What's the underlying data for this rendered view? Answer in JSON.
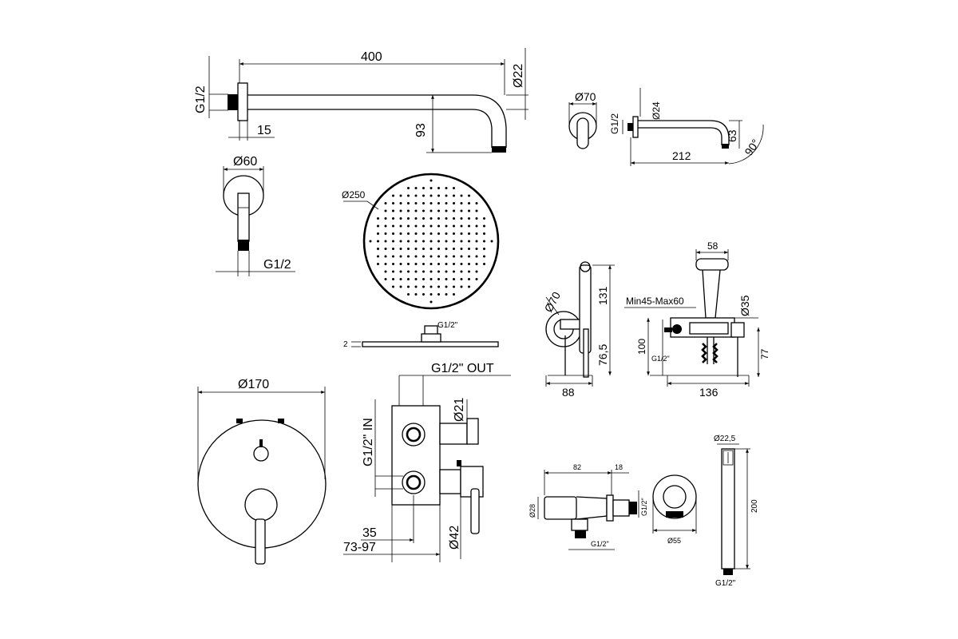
{
  "drawing": {
    "arm": {
      "length": "400",
      "thread": "G1/2",
      "diameter": "Ø22",
      "flange": "15",
      "drop": "93"
    },
    "spout": {
      "rosette": "Ø70",
      "thread": "G1/2",
      "diameter": "Ø24",
      "length": "212",
      "height": "63",
      "angle": "90°"
    },
    "outlet": {
      "diameter": "Ø60",
      "thread": "G1/2"
    },
    "head": {
      "diameter": "Ø250",
      "thread": "G1/2\"",
      "thickness": "2"
    },
    "valve": {
      "plate": "Ø170",
      "out": "G1/2\" OUT",
      "in": "G1/2\" IN",
      "d21": "Ø21",
      "d42": "Ø42",
      "depth": "35",
      "range": "73-97"
    },
    "bidet_side": {
      "rosette": "Ø70",
      "height": "131",
      "lower": "76,5",
      "width": "88"
    },
    "bidet_front": {
      "head": "58",
      "range": "Min45-Max60",
      "diameter": "Ø35",
      "height": "100",
      "thread": "G1/2\"",
      "width": "136",
      "lower": "77"
    },
    "angle_valve": {
      "length": "82",
      "tip": "18",
      "diameter": "Ø28",
      "thread_out": "G1/2\"",
      "thread_in": "G1/2\""
    },
    "wall_conn": {
      "diameter": "Ø55"
    },
    "handshower": {
      "diameter": "Ø22,5",
      "length": "200",
      "thread": "G1/2\""
    }
  }
}
